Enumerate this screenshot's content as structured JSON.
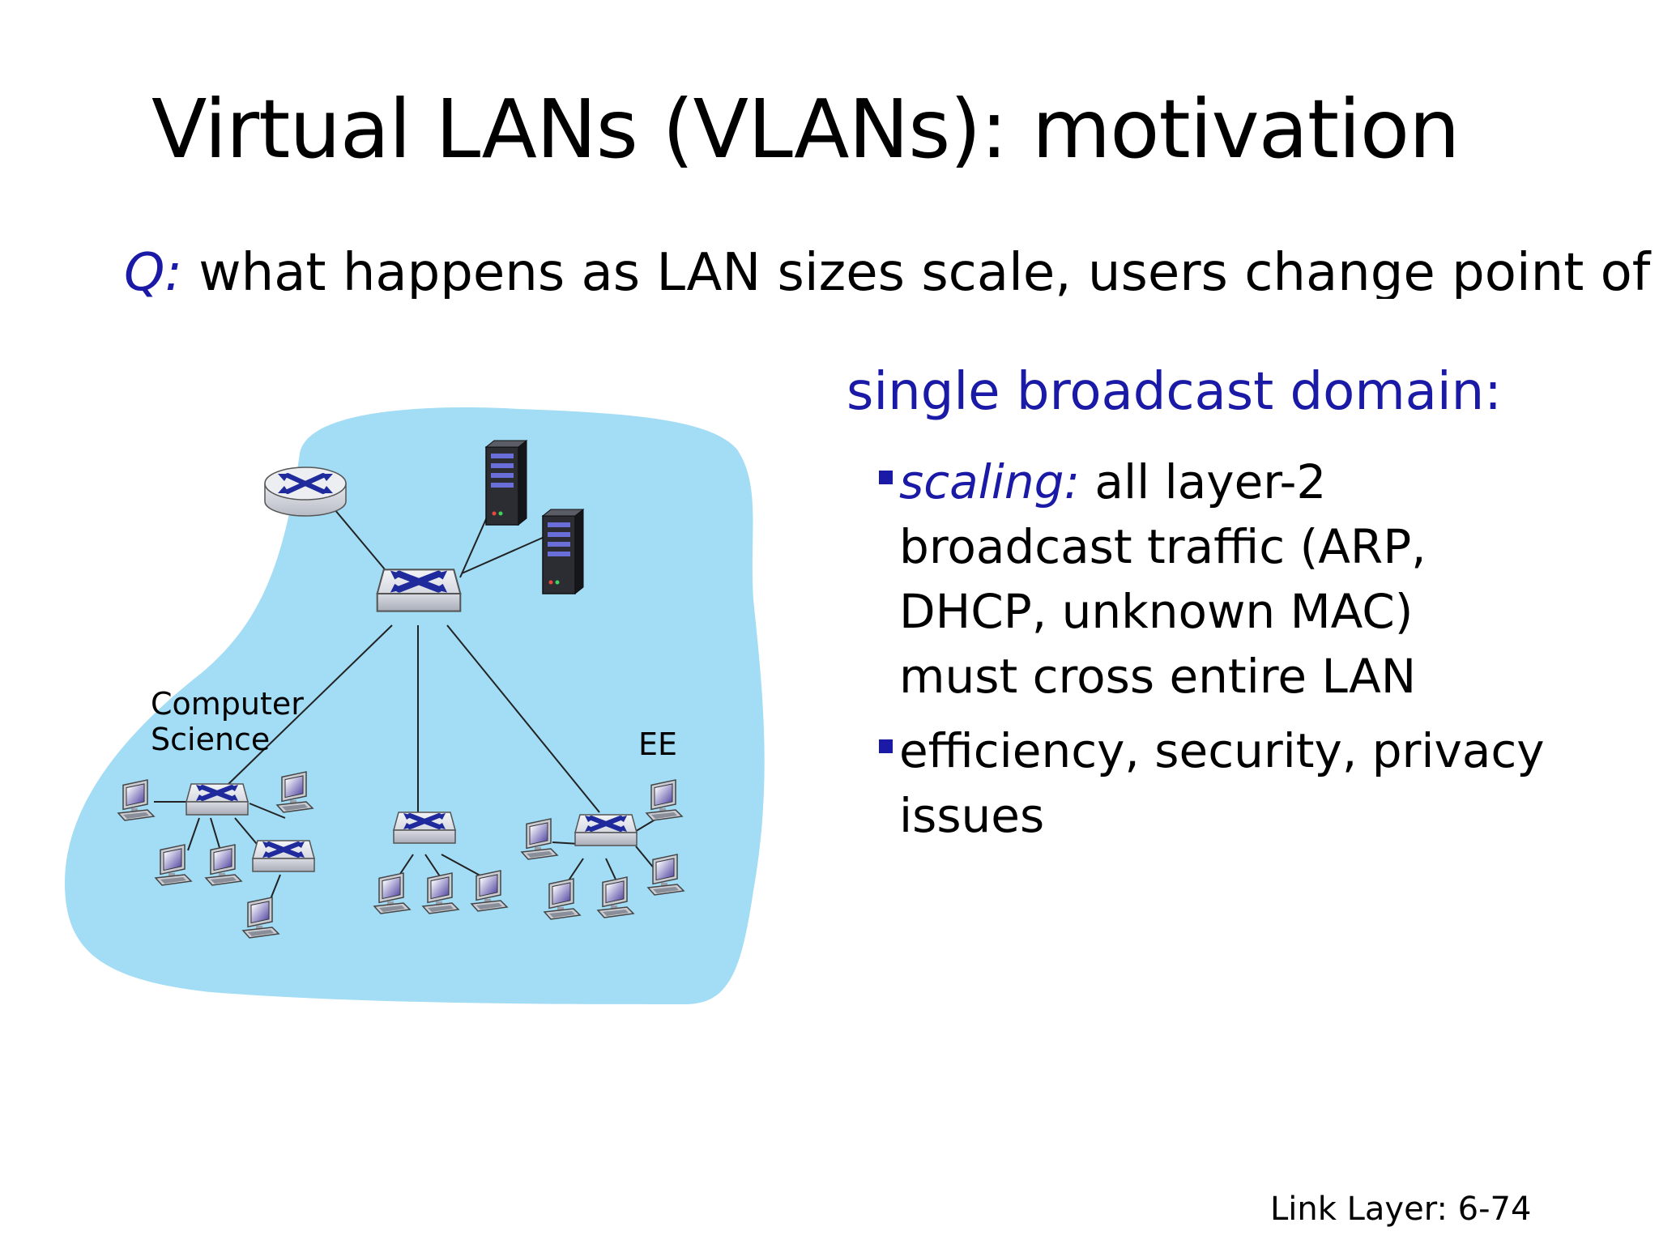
{
  "slide": {
    "title": "Virtual LANs (VLANs): motivation",
    "question_prefix": "Q:",
    "question_text": " what happens as LAN sizes scale, users change point of attachment?",
    "heading": "single broadcast domain:",
    "bullets": [
      {
        "lead": "scaling:",
        "lines": [
          " all layer-2",
          "broadcast traffic (ARP,",
          "DHCP, unknown MAC)",
          "must cross entire LAN"
        ]
      },
      {
        "lead": "",
        "lines": [
          "efficiency, security, privacy",
          "issues"
        ]
      }
    ],
    "footer": "Link Layer: 6-74"
  },
  "diagram": {
    "labels": {
      "cs_line1": "Computer",
      "cs_line2": "Science",
      "ee": "EE"
    },
    "colors": {
      "lan_fill": "#a2dcf5",
      "switch_arrow": "#1f2a9c",
      "device_gray": "#c9ccd3"
    }
  }
}
